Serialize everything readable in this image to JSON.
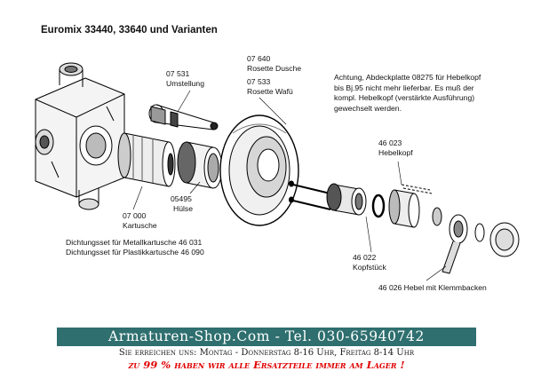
{
  "title": "Euromix 33440, 33640 und Varianten",
  "labels": {
    "p07531_num": "07 531",
    "p07531_name": "Umstellung",
    "p07640_num": "07 640",
    "p07640_name": "Rosette Dusche",
    "p07533_num": "07 533",
    "p07533_name": "Rosette Wafü",
    "p05495_num": "05495",
    "p05495_name": "Hülse",
    "p07000_num": "07 000",
    "p07000_name": "Kartusche",
    "p46023_num": "46 023",
    "p46023_name": "Hebelkopf",
    "p46022_num": "46 022",
    "p46022_name": "Kopfstück",
    "p46026": "46 026 Hebel mit Klemmbacken",
    "seal_metal": "Dichtungsset für Metallkartusche  46 031",
    "seal_plastic": "Dichtungsset für Plastikkartusche 46 090"
  },
  "note": {
    "line1": "Achtung, Abdeckplatte 08275 für Hebelkopf",
    "line2": "bis Bj.95 nicht mehr lieferbar. Es muß der",
    "line3": "kompl. Hebelkopf (verstärkte Ausführung)",
    "line4": "gewechselt werden."
  },
  "banner": {
    "line1": "Armaturen-Shop.Com  -  Tel. 030-65940742",
    "line2": "Sie erreichen uns: Montag - Donnerstag 8-16 Uhr, Freitag 8-14 Uhr",
    "line3": "zu 99 % haben wir alle Ersatzteile immer am Lager !"
  },
  "colors": {
    "banner_bg": "#2f6f6f",
    "banner_text": "#ffffff",
    "hours_text": "#1a1a1a",
    "stock_text": "#e00000"
  }
}
